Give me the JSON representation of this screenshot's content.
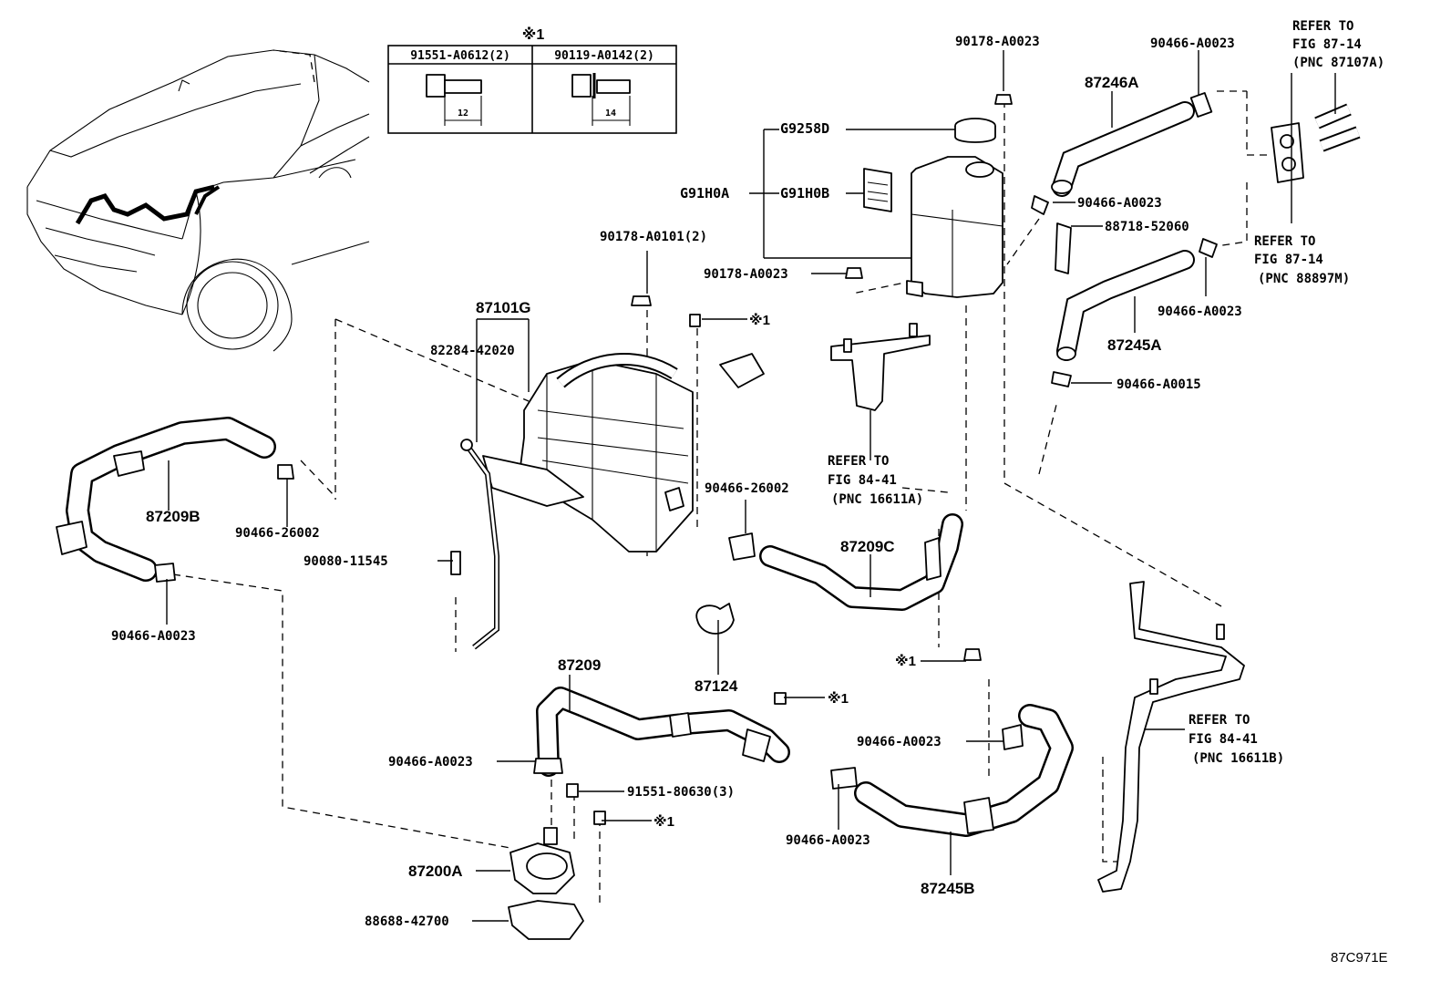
{
  "note_mark": "※1",
  "fig_id": "87C971E",
  "bolt_table": {
    "mark": "※1",
    "cols": [
      {
        "part": "91551-A0612(2)",
        "dim": "12"
      },
      {
        "part": "90119-A0142(2)",
        "dim": "14"
      }
    ]
  },
  "refs": {
    "r1": [
      "REFER TO",
      "FIG 87-14",
      "(PNC 87107A)"
    ],
    "r2": [
      "REFER TO",
      "FIG 87-14",
      "(PNC 88897M)"
    ],
    "r3": [
      "REFER TO",
      "FIG 84-41",
      "(PNC 16611A)"
    ],
    "r4": [
      "REFER TO",
      "FIG 84-41",
      "(PNC 16611B)"
    ]
  },
  "labels": {
    "l_90178_A0023_top": "90178-A0023",
    "l_90466_A0023_top": "90466-A0023",
    "l_87246A": "87246A",
    "l_G9258D": "G9258D",
    "l_G91H0A": "G91H0A",
    "l_G91H0B": "G91H0B",
    "l_90466_A0023_r1": "90466-A0023",
    "l_88718_52060": "88718-52060",
    "l_90178_A0101": "90178-A0101(2)",
    "l_90178_A0023_mid": "90178-A0023",
    "l_90466_A0023_r2": "90466-A0023",
    "l_87245A": "87245A",
    "l_90466_A0015": "90466-A0015",
    "l_87101G": "87101G",
    "l_82284_42020": "82284-42020",
    "l_87209B": "87209B",
    "l_90466_26002_l": "90466-26002",
    "l_90466_26002_r": "90466-26002",
    "l_90080_11545": "90080-11545",
    "l_87209C": "87209C",
    "l_90466_A0023_left": "90466-A0023",
    "l_87209": "87209",
    "l_87124": "87124",
    "l_90466_A0023_pump": "90466-A0023",
    "l_91551_80630": "91551-80630(3)",
    "l_90466_A0023_br": "90466-A0023",
    "l_90466_A0023_bc": "90466-A0023",
    "l_87245B": "87245B",
    "l_87200A": "87200A",
    "l_88688_42700": "88688-42700"
  }
}
